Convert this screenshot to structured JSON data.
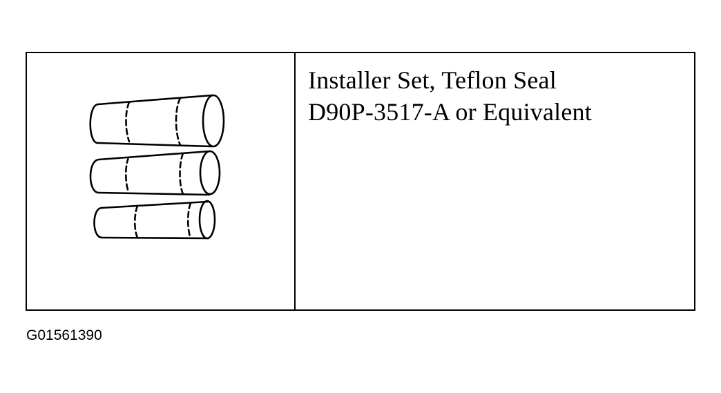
{
  "caption": {
    "line1": "Installer Set, Teflon Seal",
    "line2": "D90P-3517-A or Equivalent"
  },
  "figure_id": "G01561390",
  "colors": {
    "ink": "#000000",
    "paper": "#ffffff"
  }
}
